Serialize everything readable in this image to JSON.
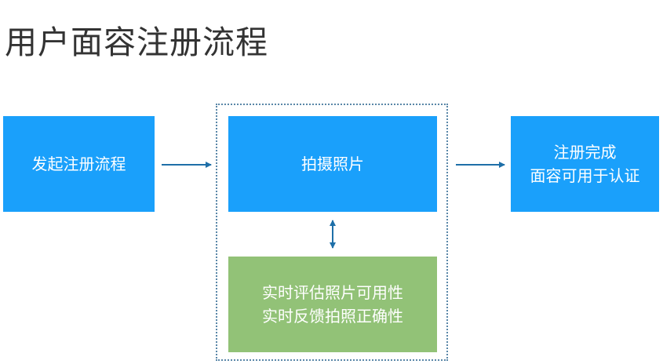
{
  "title": "用户面容注册流程",
  "nodes": {
    "start": {
      "lines": [
        "发起注册流程"
      ]
    },
    "capture": {
      "lines": [
        "拍摄照片"
      ]
    },
    "evaluate": {
      "lines": [
        "实时评估照片可用性",
        "实时反馈拍照正确性"
      ]
    },
    "complete": {
      "lines": [
        "注册完成",
        "面容可用于认证"
      ]
    }
  },
  "colors": {
    "blue_box": "#1aa0fb",
    "green_box": "#92c277",
    "arrow": "#1e6fa8",
    "group_border": "#5a87a8",
    "title_text": "#333333"
  }
}
